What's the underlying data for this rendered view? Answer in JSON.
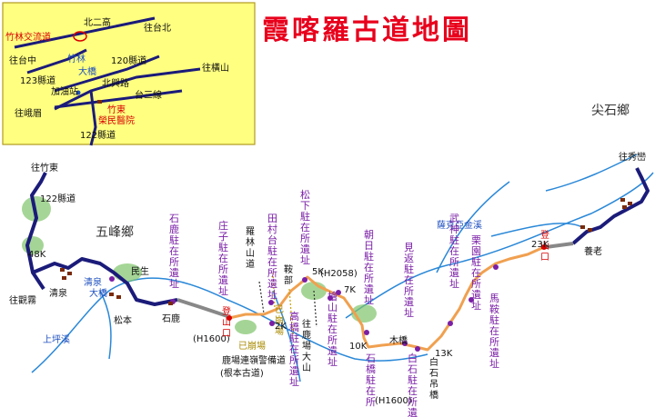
{
  "title": "霞喀羅古道地圖",
  "inset": {
    "north2": "北二高",
    "to_taipei": "往台北",
    "interchange": "竹林交流道",
    "to_taichung": "往台中",
    "zhulin": "竹林",
    "daqiao": "大橋",
    "road120": "120縣道",
    "to_hengshan": "往橫山",
    "road123": "123縣道",
    "beixing": "北興路",
    "gas": "加油站",
    "tai3": "台三線",
    "to_emei": "往峨眉",
    "hospital_l1": "竹東",
    "hospital_l2": "榮民醫院",
    "road122": "122縣道"
  },
  "regions": {
    "wufeng": "五峰鄉",
    "jianshi": "尖石鄉"
  },
  "roads": {
    "to_zhudong": "往竹東",
    "road122": "122縣道",
    "km48": "48K",
    "to_guanwu": "往觀霧",
    "to_xiuluan": "往秀巒"
  },
  "places": {
    "qingquan": "清泉",
    "qingquan2": "清泉",
    "daqiao": "大橋",
    "minsheng": "民生",
    "songben": "松本",
    "shilu": "石鹿",
    "yanglao": "養老"
  },
  "streams": {
    "shangping": "上坪溪",
    "saka": "薩克亞金溪"
  },
  "posts": {
    "shilu": "石鹿駐在所遺址",
    "zhuangzi": "庄子駐在所遺址",
    "luolin": "羅林山道",
    "tiancun": "田村台駐在所遺址",
    "songxia": "松下駐在所遺址",
    "zhaori": "朝日駐在所遺址",
    "jiankao": "見返駐在所遺址",
    "wushen": "武神駐在所遺址",
    "lishu": "栗園駐在所遺址",
    "majun": "馬鞍駐在所遺址",
    "kuaishan": "檜山駐在所遺址",
    "gaoqiao": "高橋駐在所遺址",
    "shiqiao": "石橋駐在所",
    "baishi": "白石駐在所遺址",
    "jiaobu": "鞍部",
    "dawushan": "往鹿場大山",
    "bengbi": "已崩場"
  },
  "markers": {
    "h1600a": "(H1600)",
    "h1600b": "(H1600)",
    "h2058": "(H2058)",
    "trailhead": "登山口",
    "trailhead2": "登山口",
    "k2": "2K",
    "k5": "5K",
    "k7": "7K",
    "k10": "10K",
    "k13": "13K",
    "k23": "23K",
    "muqiao": "木橋",
    "baishidiao": "白石吊橋",
    "bengbi1": "已崩場",
    "bengbi2": "已崩場",
    "police1": "鹿場連嶺警備道",
    "police2": "(根本古道)"
  },
  "colors": {
    "title": "#e8001c",
    "inset_bg": "#ffff80",
    "road": "#1b1b7a",
    "trail": "#f0a050",
    "river": "#2a88d8",
    "post": "#7a1fa6"
  }
}
